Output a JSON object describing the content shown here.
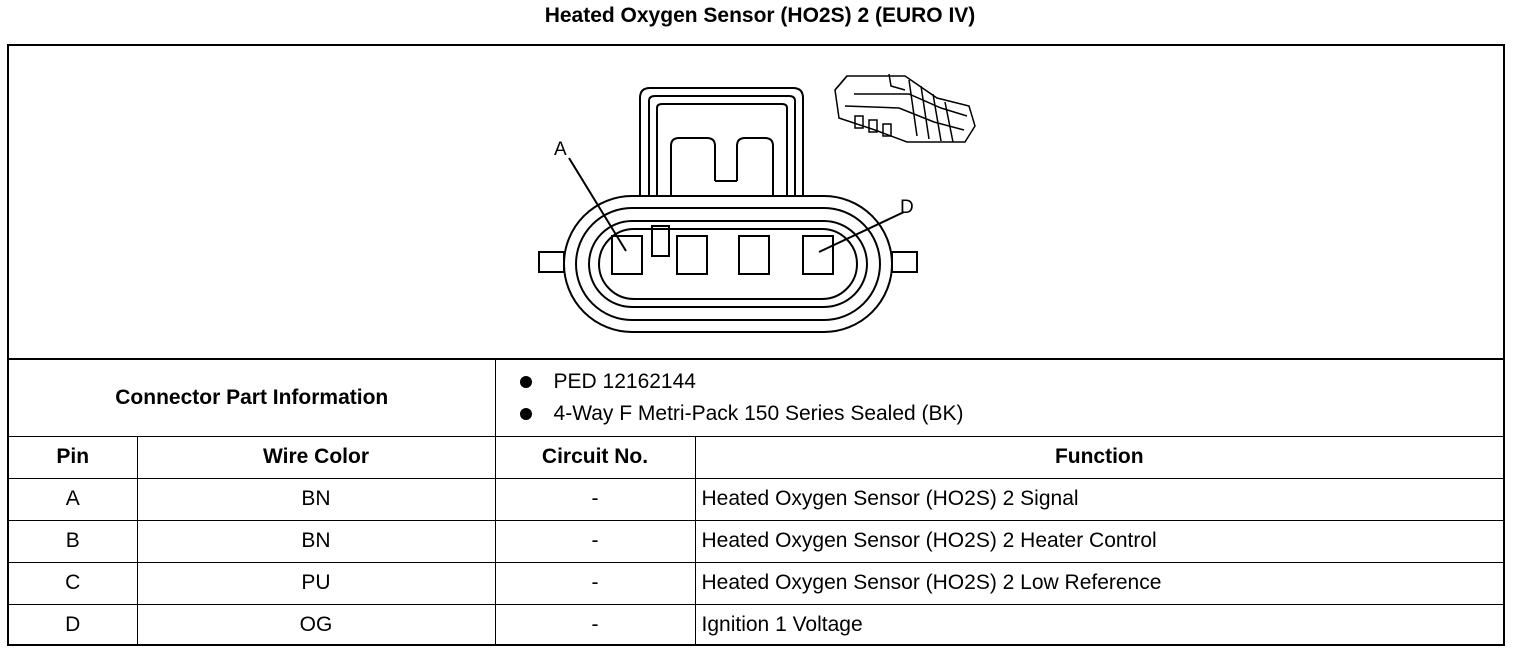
{
  "title": "Heated Oxygen Sensor (HO2S) 2 (EURO IV)",
  "diagram": {
    "callouts": [
      "A",
      "D"
    ]
  },
  "connector_info": {
    "label": "Connector Part Information",
    "items": [
      "PED 12162144",
      "4-Way F Metri-Pack 150 Series Sealed (BK)"
    ]
  },
  "table": {
    "headers": {
      "pin": "Pin",
      "wire_color": "Wire Color",
      "circuit_no": "Circuit No.",
      "function": "Function"
    },
    "rows": [
      {
        "pin": "A",
        "wire_color": "BN",
        "circuit_no": "-",
        "function": "Heated Oxygen Sensor (HO2S) 2 Signal"
      },
      {
        "pin": "B",
        "wire_color": "BN",
        "circuit_no": "-",
        "function": "Heated Oxygen Sensor (HO2S) 2 Heater Control"
      },
      {
        "pin": "C",
        "wire_color": "PU",
        "circuit_no": "-",
        "function": "Heated Oxygen Sensor (HO2S) 2 Low Reference"
      },
      {
        "pin": "D",
        "wire_color": "OG",
        "circuit_no": "-",
        "function": "Ignition 1 Voltage"
      }
    ]
  }
}
